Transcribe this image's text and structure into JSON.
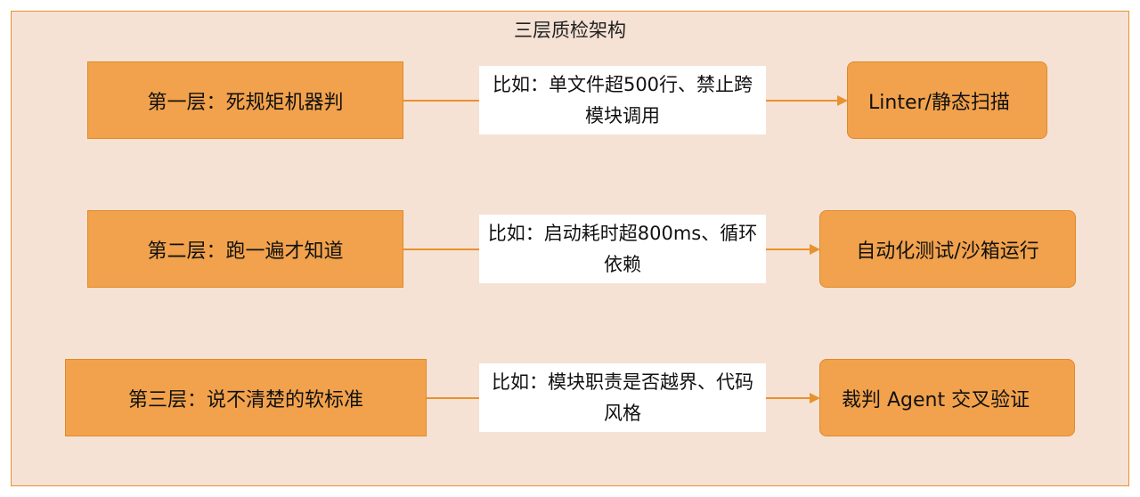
{
  "title": "三层质检架构",
  "rows": [
    {
      "layer": "第一层：死规矩机器判",
      "example": "比如：单文件超500行、禁止跨模块调用",
      "tool": "Linter/静态扫描"
    },
    {
      "layer": "第二层：跑一遍才知道",
      "example": "比如：启动耗时超800ms、循环依赖",
      "tool": "自动化测试/沙箱运行"
    },
    {
      "layer": "第三层：说不清楚的软标准",
      "example": "比如：模块职责是否越界、代码风格",
      "tool": "裁判 Agent 交叉验证"
    }
  ],
  "colors": {
    "background": "#f5e2d4",
    "box": "#f2a24c",
    "line": "#e8922e"
  }
}
